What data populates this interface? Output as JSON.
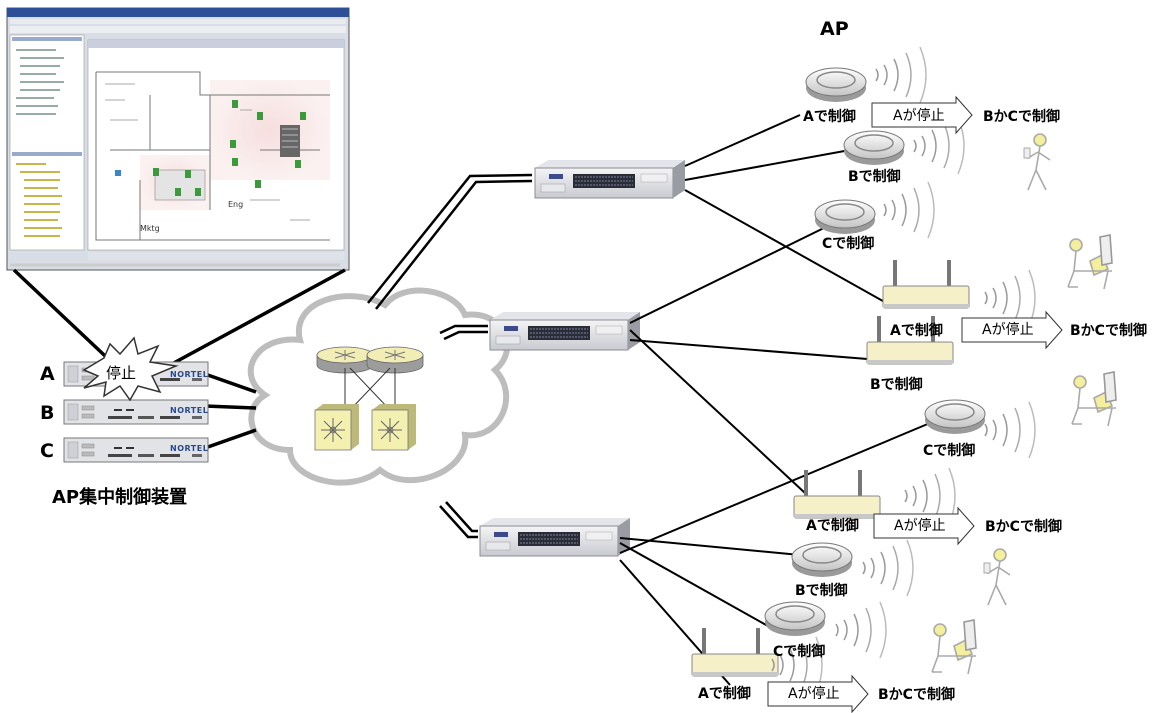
{
  "title_ap": "AP",
  "controller_label": "AP集中制御装置",
  "controllers": [
    {
      "name": "A",
      "brand": "NORTEL"
    },
    {
      "name": "B",
      "brand": "NORTEL"
    },
    {
      "name": "C",
      "brand": "NORTEL"
    }
  ],
  "stop_burst": "停止",
  "screenshot_labels": {
    "room1": "Mktg",
    "room2": "Eng"
  },
  "groups": [
    {
      "a_label": "Aで制御",
      "b_label": "Bで制御",
      "c_label": "Cで制御",
      "stop": "Aが停止",
      "failover": "BかCで制御"
    },
    {
      "a_label": "Aで制御",
      "b_label": "Bで制御",
      "c_label": "Cで制御",
      "stop": "Aが停止",
      "failover": "BかCで制御"
    },
    {
      "a_label": "Aで制御",
      "b_label": "Bで制御",
      "c_label": "Cで制御",
      "stop": "Aが停止",
      "failover": "BかCで制御"
    }
  ],
  "extra_c_label": "Cで制御",
  "extra_a_label": "Aで制御",
  "extra_stop": "Aが停止",
  "extra_failover": "BかCで制御"
}
